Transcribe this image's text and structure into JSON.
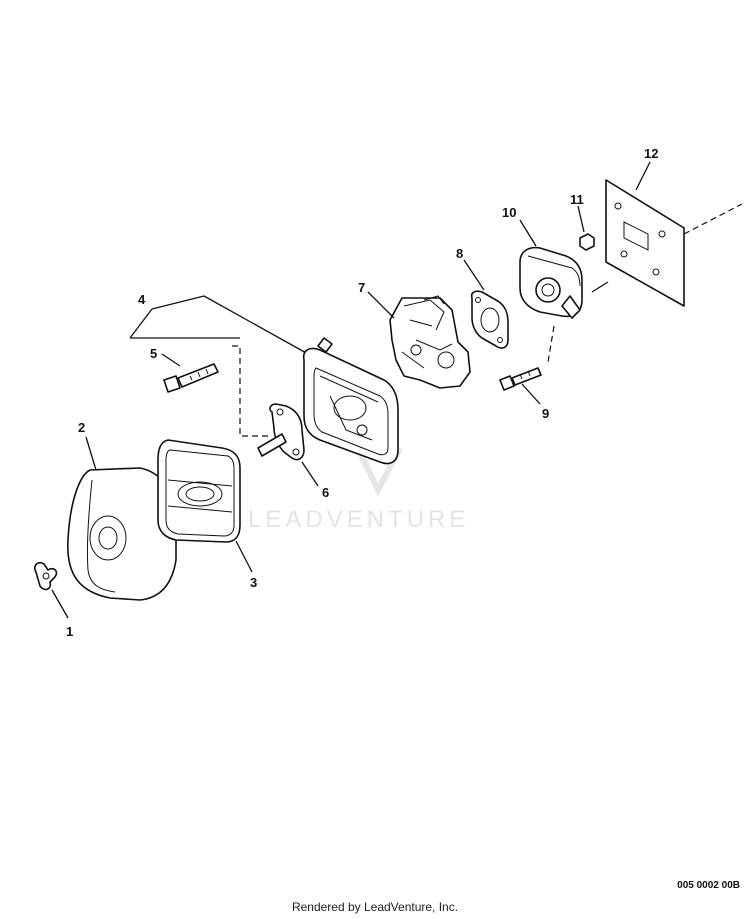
{
  "watermark": "LEADVENTURE",
  "footer": "Rendered by LeadVenture, Inc.",
  "drawing_code": "005 0002 00B",
  "callouts": {
    "c1": "1",
    "c2": "2",
    "c3": "3",
    "c4": "4",
    "c5": "5",
    "c6": "6",
    "c7": "7",
    "c8": "8",
    "c9": "9",
    "c10": "10",
    "c11": "11",
    "c12": "12"
  }
}
